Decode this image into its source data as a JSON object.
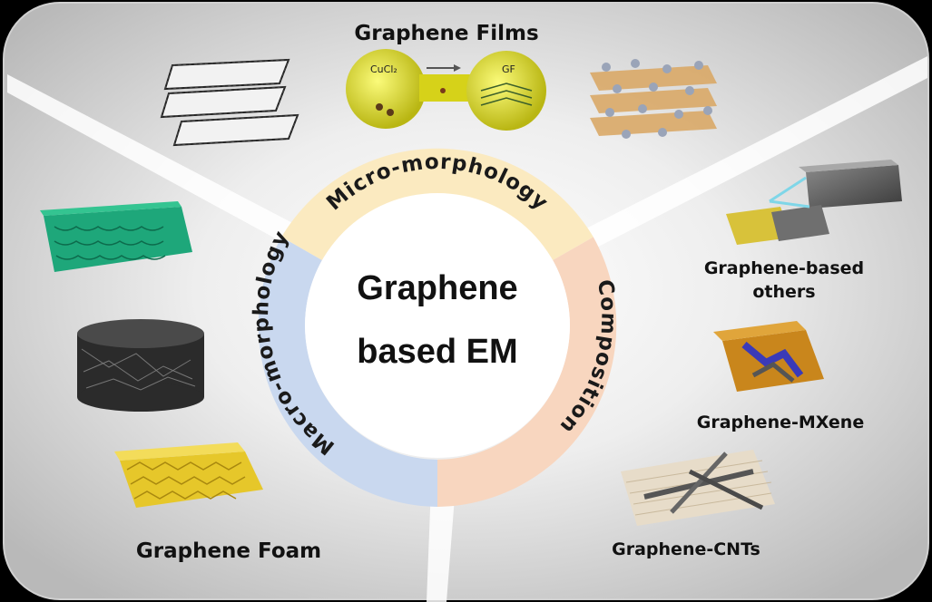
{
  "center": {
    "line1": "Graphene",
    "line2": "based EM"
  },
  "ring": {
    "top": "Micro-morphology",
    "left": "Macro-morphology",
    "right": "Composition"
  },
  "labels": {
    "films": "Graphene Films",
    "foam": "Graphene Foam",
    "others_line1": "Graphene-based",
    "others_line2": "others",
    "mxene": "Graphene-MXene",
    "cnts": "Graphene-CNTs"
  },
  "inset": {
    "cucl2": "CuCl₂",
    "gf": "GF"
  },
  "colors": {
    "micro_segment": "#fbeac0",
    "macro_segment": "#c9d8ef",
    "composition_segment": "#f8d6bf",
    "foam_green": "#1ea77a",
    "foam_black": "#2b2b2b",
    "foam_yellow": "#e6c72a",
    "cucl2_ball": "#e8e62c"
  }
}
